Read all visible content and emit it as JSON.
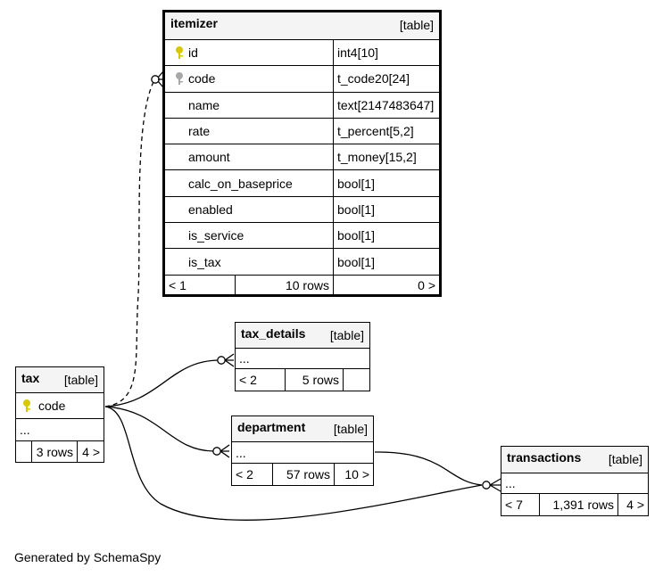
{
  "icons": {
    "primary_key": "key-icon",
    "foreign_key": "key-icon",
    "primary_key_color": "#d8c800",
    "foreign_key_color": "#a8a8a8"
  },
  "itemizer": {
    "name": "itemizer",
    "type": "[table]",
    "columns": [
      {
        "name": "id",
        "datatype": "int4[10]",
        "key": "primary"
      },
      {
        "name": "code",
        "datatype": "t_code20[24]",
        "key": "foreign"
      },
      {
        "name": "name",
        "datatype": "text[2147483647]",
        "key": ""
      },
      {
        "name": "rate",
        "datatype": "t_percent[5,2]",
        "key": ""
      },
      {
        "name": "amount",
        "datatype": "t_money[15,2]",
        "key": ""
      },
      {
        "name": "calc_on_baseprice",
        "datatype": "bool[1]",
        "key": ""
      },
      {
        "name": "enabled",
        "datatype": "bool[1]",
        "key": ""
      },
      {
        "name": "is_service",
        "datatype": "bool[1]",
        "key": ""
      },
      {
        "name": "is_tax",
        "datatype": "bool[1]",
        "key": ""
      }
    ],
    "footer": {
      "parents": "< 1",
      "rows": "10 rows",
      "children": "0 >"
    }
  },
  "tax_details": {
    "name": "tax_details",
    "type": "[table]",
    "ellipsis": "...",
    "footer": {
      "parents": "< 2",
      "rows": "5 rows",
      "children": ""
    }
  },
  "tax": {
    "name": "tax",
    "type": "[table]",
    "column": "code",
    "ellipsis": "...",
    "footer": {
      "parents": "",
      "rows": "3 rows",
      "children": "4 >"
    }
  },
  "department": {
    "name": "department",
    "type": "[table]",
    "ellipsis": "...",
    "footer": {
      "parents": "< 2",
      "rows": "57 rows",
      "children": "10 >"
    }
  },
  "transactions": {
    "name": "transactions",
    "type": "[table]",
    "ellipsis": "...",
    "footer": {
      "parents": "< 7",
      "rows": "1,391 rows",
      "children": "4 >"
    }
  },
  "credit": "Generated by SchemaSpy"
}
